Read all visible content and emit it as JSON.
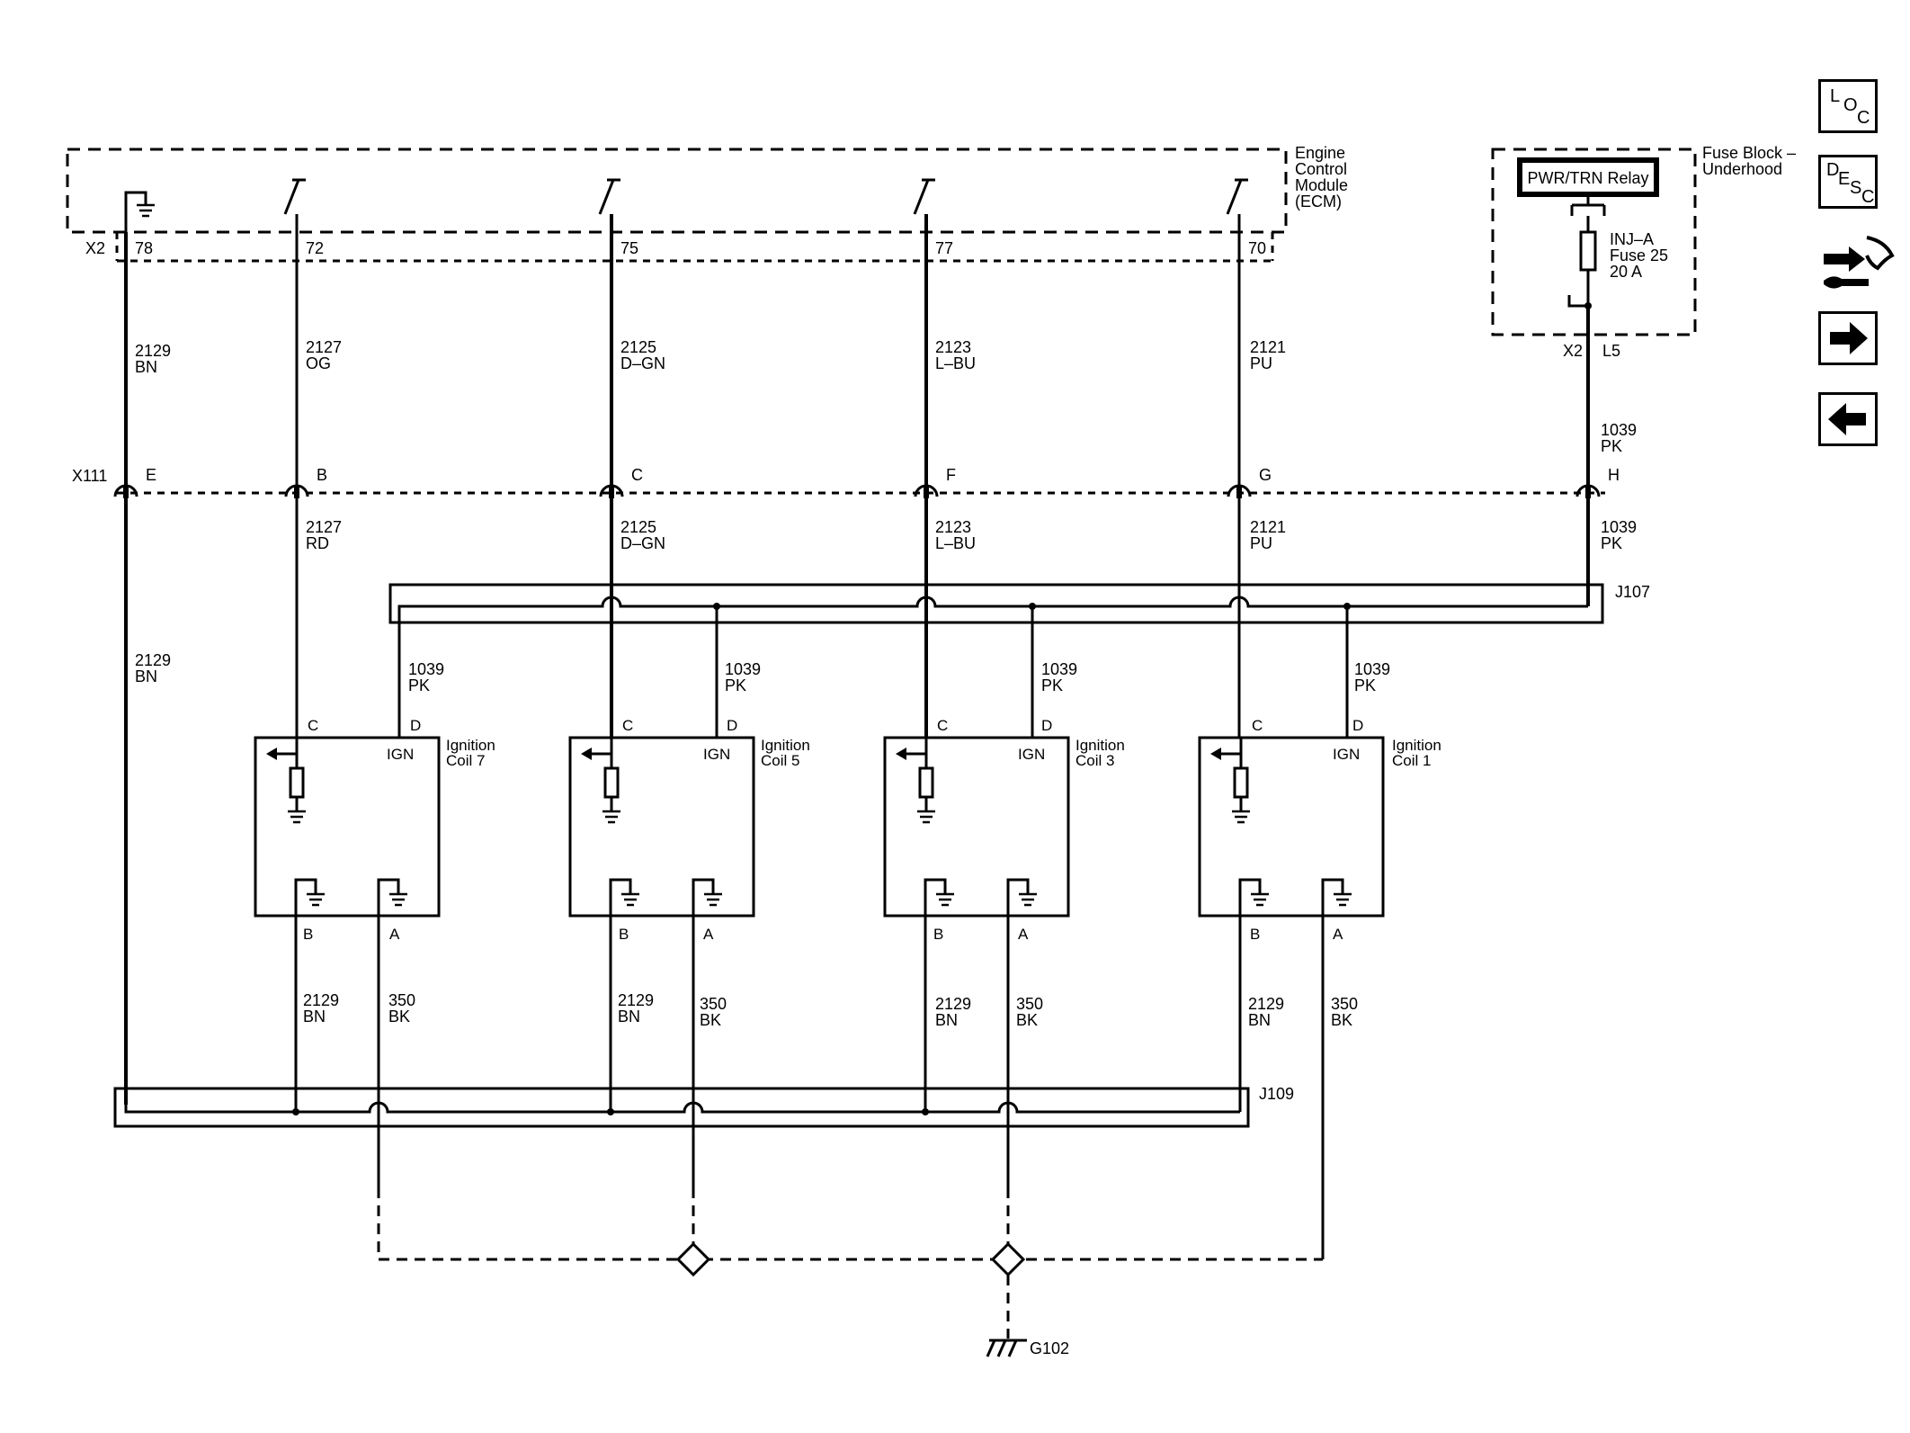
{
  "ecm": {
    "label_lines": [
      "Engine",
      "Control",
      "Module",
      "(ECM)"
    ],
    "connector": "X2",
    "pins": [
      "78",
      "72",
      "75",
      "77",
      "70"
    ]
  },
  "fuse_block": {
    "label_lines": [
      "Fuse Block –",
      "Underhood"
    ],
    "relay": "PWR/TRN Relay",
    "fuse_lines": [
      "INJ–A",
      "Fuse 25",
      "20 A"
    ],
    "connector": "X2",
    "pin": "L5"
  },
  "upper_wires": [
    {
      "circuit": "2129",
      "color": "BN"
    },
    {
      "circuit": "2127",
      "color": "OG"
    },
    {
      "circuit": "2125",
      "color": "D–GN"
    },
    {
      "circuit": "2123",
      "color": "L–BU"
    },
    {
      "circuit": "2121",
      "color": "PU"
    },
    {
      "circuit": "1039",
      "color": "PK"
    }
  ],
  "x111": {
    "connector": "X111",
    "pins": [
      "E",
      "B",
      "C",
      "F",
      "G",
      "H"
    ]
  },
  "lower_wires": [
    {
      "circuit": "2129",
      "color": "BN"
    },
    {
      "circuit": "2127",
      "color": "RD"
    },
    {
      "circuit": "2125",
      "color": "D–GN"
    },
    {
      "circuit": "2123",
      "color": "L–BU"
    },
    {
      "circuit": "2121",
      "color": "PU"
    },
    {
      "circuit": "1039",
      "color": "PK"
    }
  ],
  "splice_j107": "J107",
  "splice_j109": "J109",
  "coils": [
    {
      "name_lines": [
        "Ignition",
        "Coil 7"
      ],
      "pin_c": "C",
      "pin_d": "D",
      "ign": "IGN",
      "pin_b": "B",
      "pin_a": "A",
      "feed": {
        "circuit": "1039",
        "color": "PK"
      },
      "wire_b": {
        "circuit": "2129",
        "color": "BN"
      },
      "wire_a": {
        "circuit": "350",
        "color": "BK"
      }
    },
    {
      "name_lines": [
        "Ignition",
        "Coil 5"
      ],
      "pin_c": "C",
      "pin_d": "D",
      "ign": "IGN",
      "pin_b": "B",
      "pin_a": "A",
      "feed": {
        "circuit": "1039",
        "color": "PK"
      },
      "wire_b": {
        "circuit": "2129",
        "color": "BN"
      },
      "wire_a": {
        "circuit": "350",
        "color": "BK"
      }
    },
    {
      "name_lines": [
        "Ignition",
        "Coil 3"
      ],
      "pin_c": "C",
      "pin_d": "D",
      "ign": "IGN",
      "pin_b": "B",
      "pin_a": "A",
      "feed": {
        "circuit": "1039",
        "color": "PK"
      },
      "wire_b": {
        "circuit": "2129",
        "color": "BN"
      },
      "wire_a": {
        "circuit": "350",
        "color": "BK"
      }
    },
    {
      "name_lines": [
        "Ignition",
        "Coil 1"
      ],
      "pin_c": "C",
      "pin_d": "D",
      "ign": "IGN",
      "pin_b": "B",
      "pin_a": "A",
      "feed": {
        "circuit": "1039",
        "color": "PK"
      },
      "wire_b": {
        "circuit": "2129",
        "color": "BN"
      },
      "wire_a": {
        "circuit": "350",
        "color": "BK"
      }
    }
  ],
  "ground": "G102",
  "nav": {
    "loc": [
      "L",
      "O",
      "C"
    ],
    "desc": [
      "D",
      "E",
      "S",
      "C"
    ],
    "icons": [
      "connector-tool-icon",
      "arrow-right-icon",
      "arrow-left-icon"
    ]
  }
}
